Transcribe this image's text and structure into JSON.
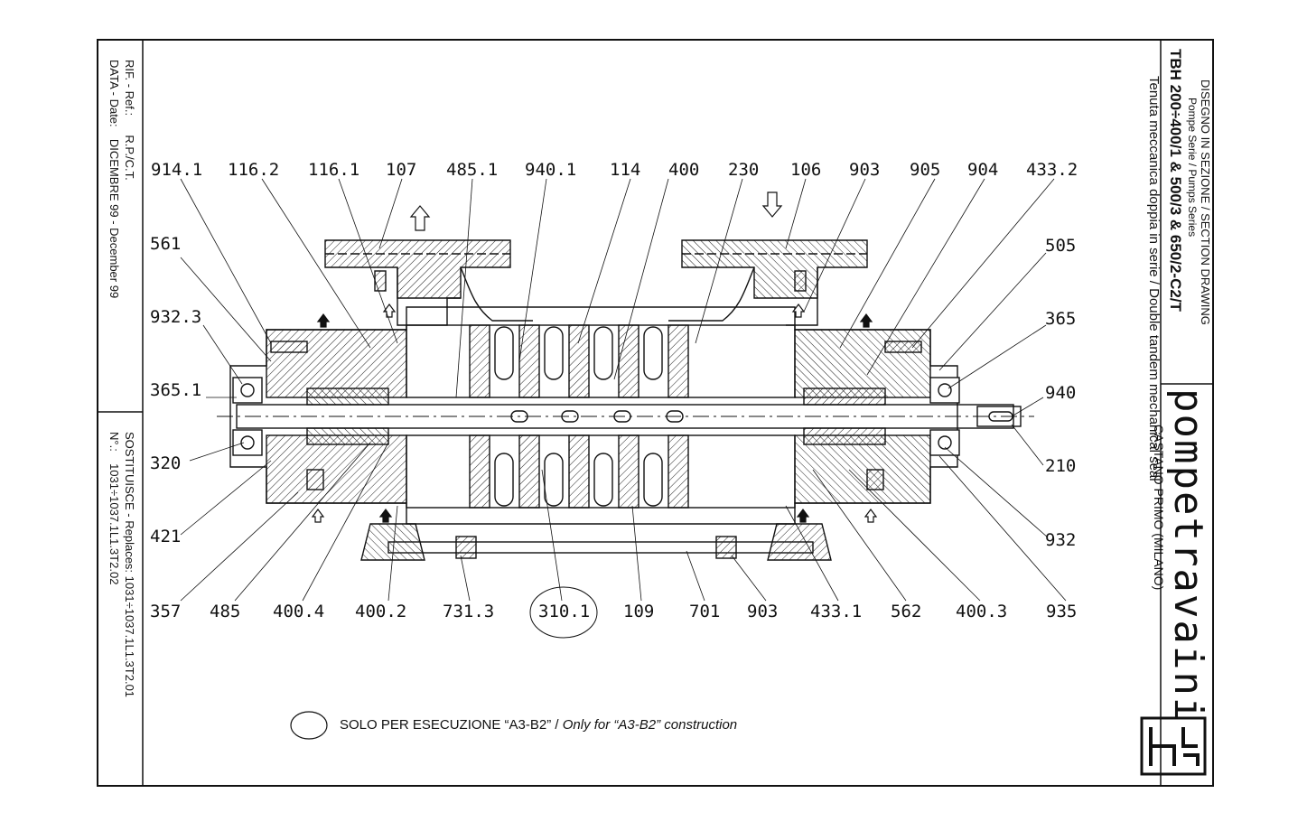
{
  "title_block": {
    "drawing_type": "DISEGNO IN SEZIONE / SECTION DRAWING",
    "series": "Pompe Serie / Pumps Series",
    "model": "TBH 200÷400/1 & 500/3 & 650/2-C2/T",
    "seal": "Tenuta meccanica doppia in serie / Double tandem mechanical seal",
    "brand": "pompetravaini",
    "location": "CASTANO PRIMO  (MILANO)"
  },
  "left_block": {
    "rif_label": "RIF. - Ref.:",
    "rif_value": "R.P./C.T.",
    "data_label": "DATA - Date:",
    "data_value": "DICEMBRE 99 - December 99",
    "sostituisce_label": "SOSTITUISCE - Replaces:",
    "sostituisce_value": "1031÷1037.1L1.3T2.01",
    "numero_label": "N°.:",
    "numero_value": "1031÷1037.1L1.3T2.02"
  },
  "callouts": {
    "top": [
      "914.1",
      "116.2",
      "116.1",
      "107",
      "485.1",
      "940.1",
      "114",
      "400",
      "230",
      "106",
      "903",
      "905",
      "904",
      "433.2"
    ],
    "left": [
      "561",
      "932.3",
      "365.1",
      "320",
      "421"
    ],
    "right": [
      "505",
      "365",
      "940",
      "210",
      "932"
    ],
    "bottom": [
      "357",
      "485",
      "400.4",
      "400.2",
      "731.3",
      "310.1",
      "109",
      "701",
      "903",
      "433.1",
      "562",
      "400.3",
      "935"
    ]
  },
  "note": {
    "text_it": "SOLO PER ESECUZIONE “A3-B2” /",
    "text_en": "Only for “A3-B2” construction"
  }
}
